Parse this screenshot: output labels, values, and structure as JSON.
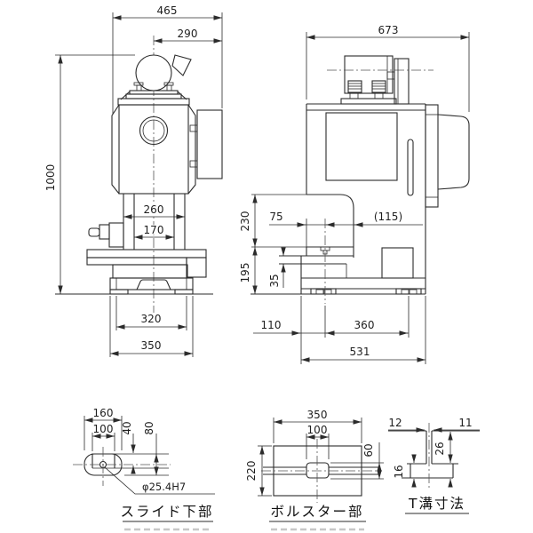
{
  "colors": {
    "line": "#2b2b2b",
    "background": "#ffffff",
    "centerline": "#555555"
  },
  "front_view": {
    "dims": {
      "total_width": "465",
      "upper_width": "290",
      "height": "1000",
      "slide_width": "260",
      "slide_face_width": "170",
      "base_inner_width": "320",
      "base_width": "350"
    }
  },
  "side_view": {
    "dims": {
      "total_depth": "673",
      "head_height": "230",
      "throat_front": "75",
      "throat_back": "(115)",
      "table_height": "195",
      "plate_thickness": "35",
      "base_front": "110",
      "bolt_span": "360",
      "base_depth": "531"
    }
  },
  "slide_detail": {
    "label": "スライド下部",
    "dims": {
      "width": "160",
      "inner_width": "100",
      "upper_height": "40",
      "height": "80",
      "hole": "φ25.4H7"
    }
  },
  "bolster_detail": {
    "label": "ボルスター部",
    "dims": {
      "width": "350",
      "slot_width": "100",
      "depth": "220",
      "boss_height": "60"
    }
  },
  "tslot_detail": {
    "label": "T溝寸法",
    "dims": {
      "throat_width": "12",
      "flange_width": "11",
      "depth": "26",
      "slot_height": "16"
    }
  }
}
